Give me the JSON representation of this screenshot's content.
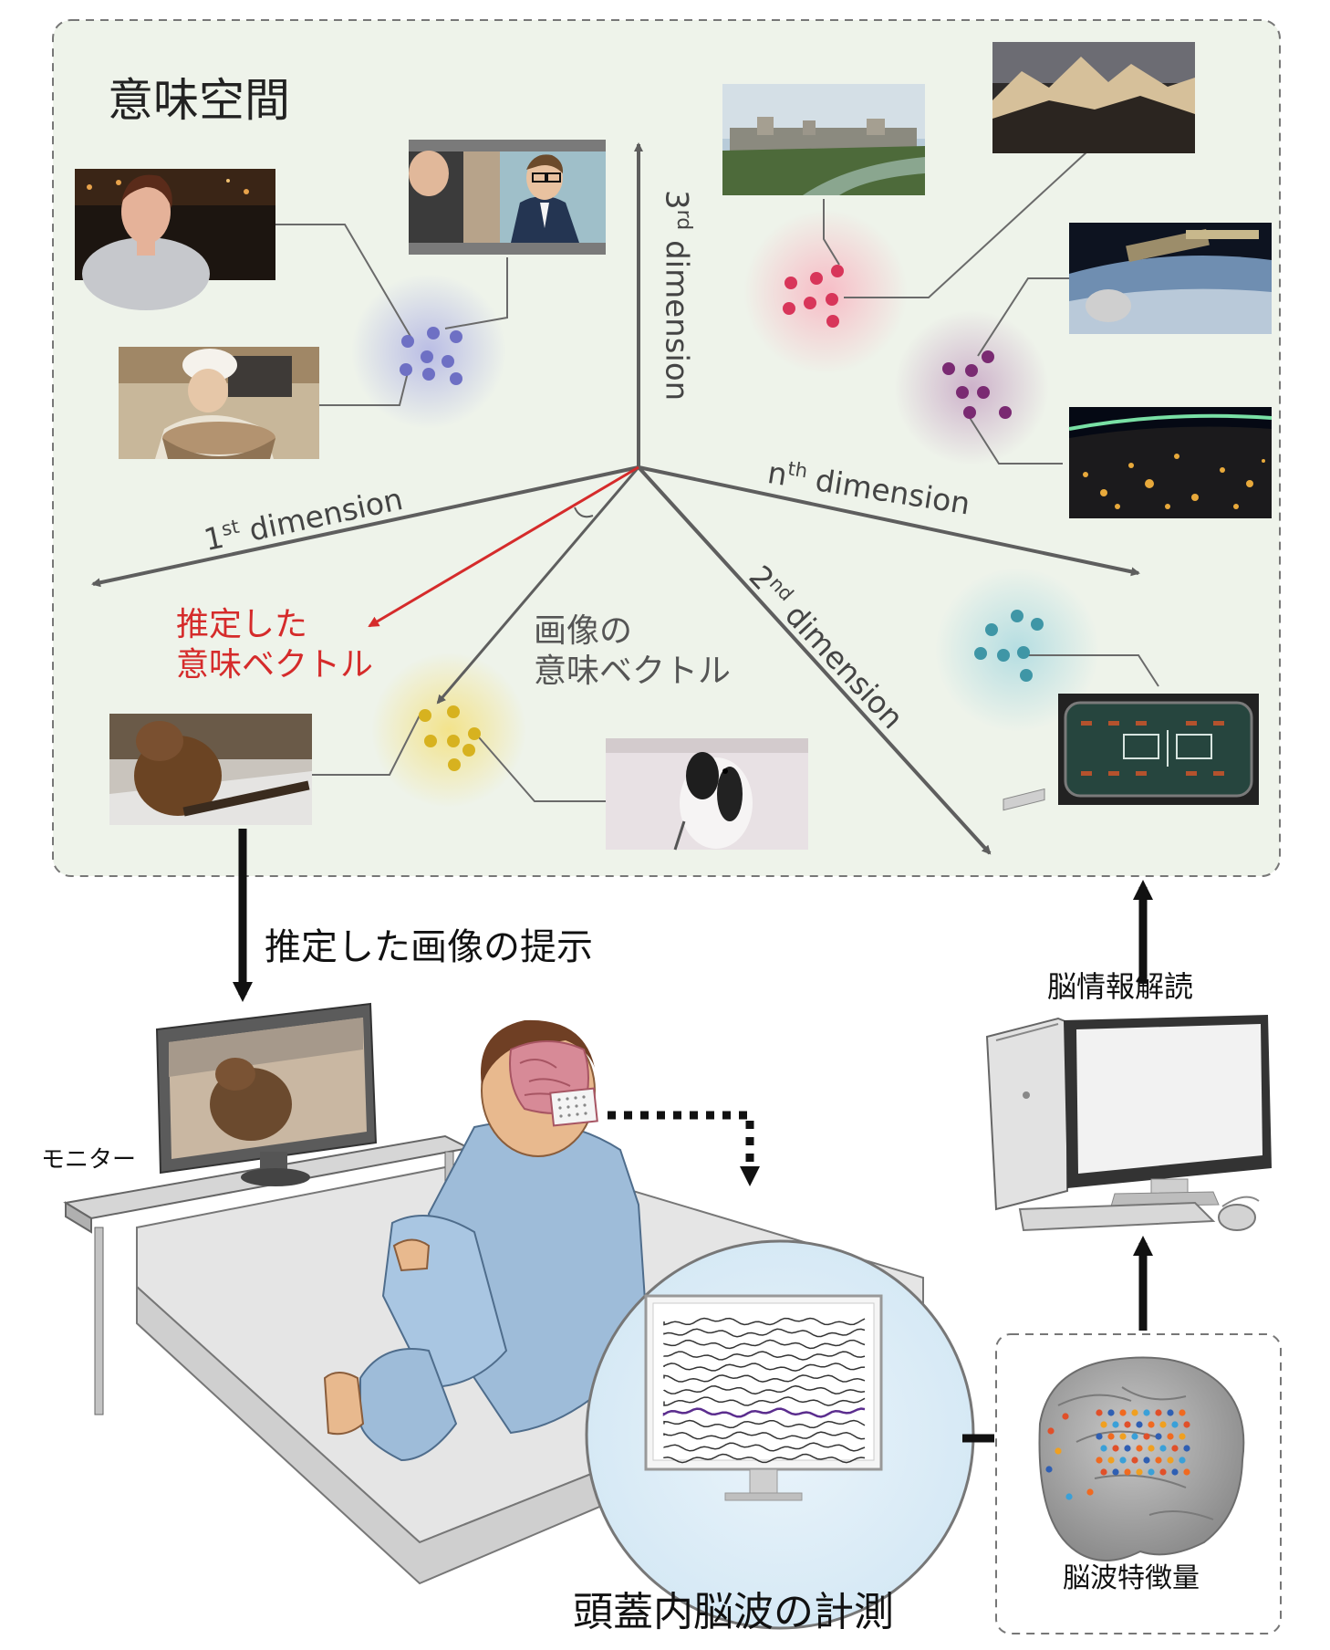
{
  "semantic_space": {
    "title": "意味空間",
    "axes": {
      "first": {
        "base": "1",
        "sup": "st",
        "rest": " dimension"
      },
      "second": {
        "base": "2",
        "sup": "nd",
        "rest": " dimension"
      },
      "third": {
        "base": "3",
        "sup": "rd",
        "rest": " dimension"
      },
      "nth": {
        "base": "n",
        "sup": "th",
        "rest": " dimension"
      }
    },
    "estimated_vector_label": [
      "推定した",
      "意味ベクトル"
    ],
    "image_vector_label": [
      "画像の",
      "意味ベクトル"
    ],
    "cluster_colors": {
      "blue": "#6e70c4",
      "red": "#d8365a",
      "purple": "#7a2a72",
      "yellow": "#d7b21f",
      "teal": "#3f96a6"
    },
    "estimated_vector_color": "#d52b2b",
    "panel_background": "#eef3ea"
  },
  "flow": {
    "present_label": "推定した画像の提示",
    "decode_label": "脳情報解読",
    "monitor_label": "モニター",
    "measure_label": "頭蓋内脳波の計測",
    "feature_label": "脳波特徴量"
  }
}
